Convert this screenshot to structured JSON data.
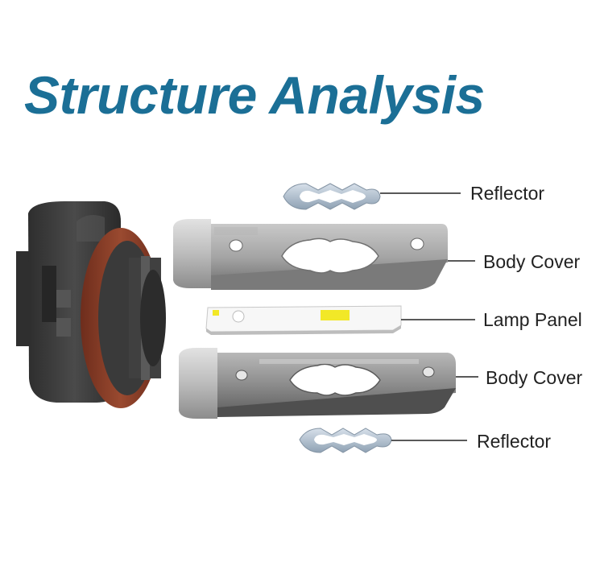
{
  "title": "Structure Analysis",
  "colors": {
    "title": "#1b6f96",
    "metal": "#a5a5a5",
    "metal_dark": "#6f6f6f",
    "socket": "#3c3c3c",
    "gasket": "#8a3e28",
    "reflector": "#b9c6d2",
    "panel": "#f6f6f6",
    "led": "#f2e827"
  },
  "parts": [
    {
      "key": "reflector_top",
      "label": "Reflector"
    },
    {
      "key": "body_cover_top",
      "label": "Body Cover"
    },
    {
      "key": "lamp_panel",
      "label": "Lamp Panel"
    },
    {
      "key": "body_cover_bottom",
      "label": "Body Cover"
    },
    {
      "key": "reflector_bottom",
      "label": "Reflector"
    }
  ]
}
